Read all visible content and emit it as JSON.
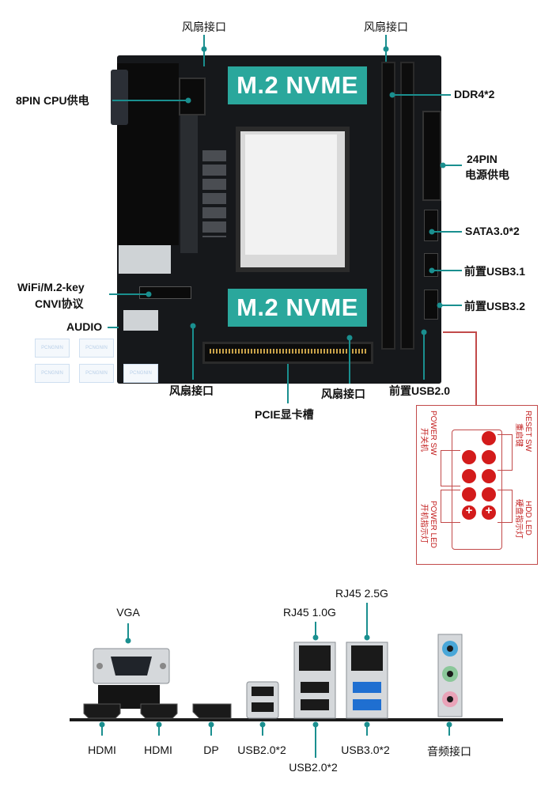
{
  "board": {
    "m2_top": "M.2 NVME",
    "m2_bottom": "M.2 NVME",
    "labels": {
      "fan_top_left": "风扇接口",
      "fan_top_right": "风扇接口",
      "cpu_power": "8PIN CPU供电",
      "ddr": "DDR4*2",
      "atx_power_line1": "24PIN",
      "atx_power_line2": "电源供电",
      "sata": "SATA3.0*2",
      "usb31": "前置USB3.1",
      "usb32": "前置USB3.2",
      "wifi_line1": "WiFi/M.2-key",
      "wifi_line2": "CNVI协议",
      "audio": "AUDIO",
      "fan_bottom_left": "风扇接口",
      "fan_bottom_right": "风扇接口",
      "pcie": "PCIE显卡槽",
      "usb20_front": "前置USB2.0"
    },
    "watermark": "PCNGNIN"
  },
  "front_panel": {
    "reset_sw": "RESET SW",
    "reset_cn": "重启键",
    "power_sw": "POWER SW",
    "power_cn": "开关机",
    "hdd_led": "HDD LED",
    "hdd_cn": "硬盘指示灯",
    "power_led": "POWER LED",
    "power_led_cn": "开机指示灯",
    "pin_color": "#d31b1b"
  },
  "io": {
    "vga": "VGA",
    "rj45_1": "RJ45 1.0G",
    "rj45_2": "RJ45 2.5G",
    "hdmi1": "HDMI",
    "hdmi2": "HDMI",
    "dp": "DP",
    "usb20_a": "USB2.0*2",
    "usb20_b": "USB2.0*2",
    "usb30": "USB3.0*2",
    "audio": "音频接口"
  },
  "colors": {
    "leader": "#1a8f8f",
    "m2": "#2aa79c",
    "board": "#16181b",
    "usb3": "#1f6fd1"
  }
}
